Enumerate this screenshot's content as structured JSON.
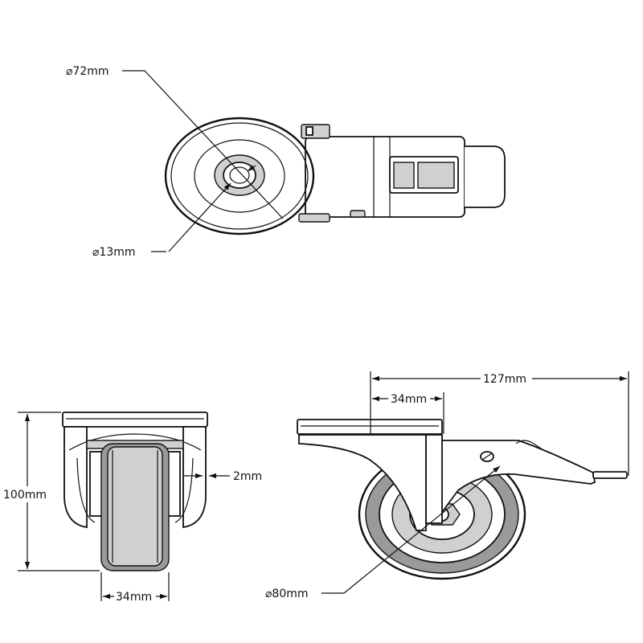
{
  "top_view": {
    "outer_diameter": "72mm",
    "bore_diameter": "13mm"
  },
  "front_view": {
    "height": "100mm",
    "plate_offset": "2mm",
    "wheel_width": "34mm"
  },
  "side_view": {
    "overall_length": "127mm",
    "offset": "34mm",
    "wheel_diameter": "80mm"
  }
}
